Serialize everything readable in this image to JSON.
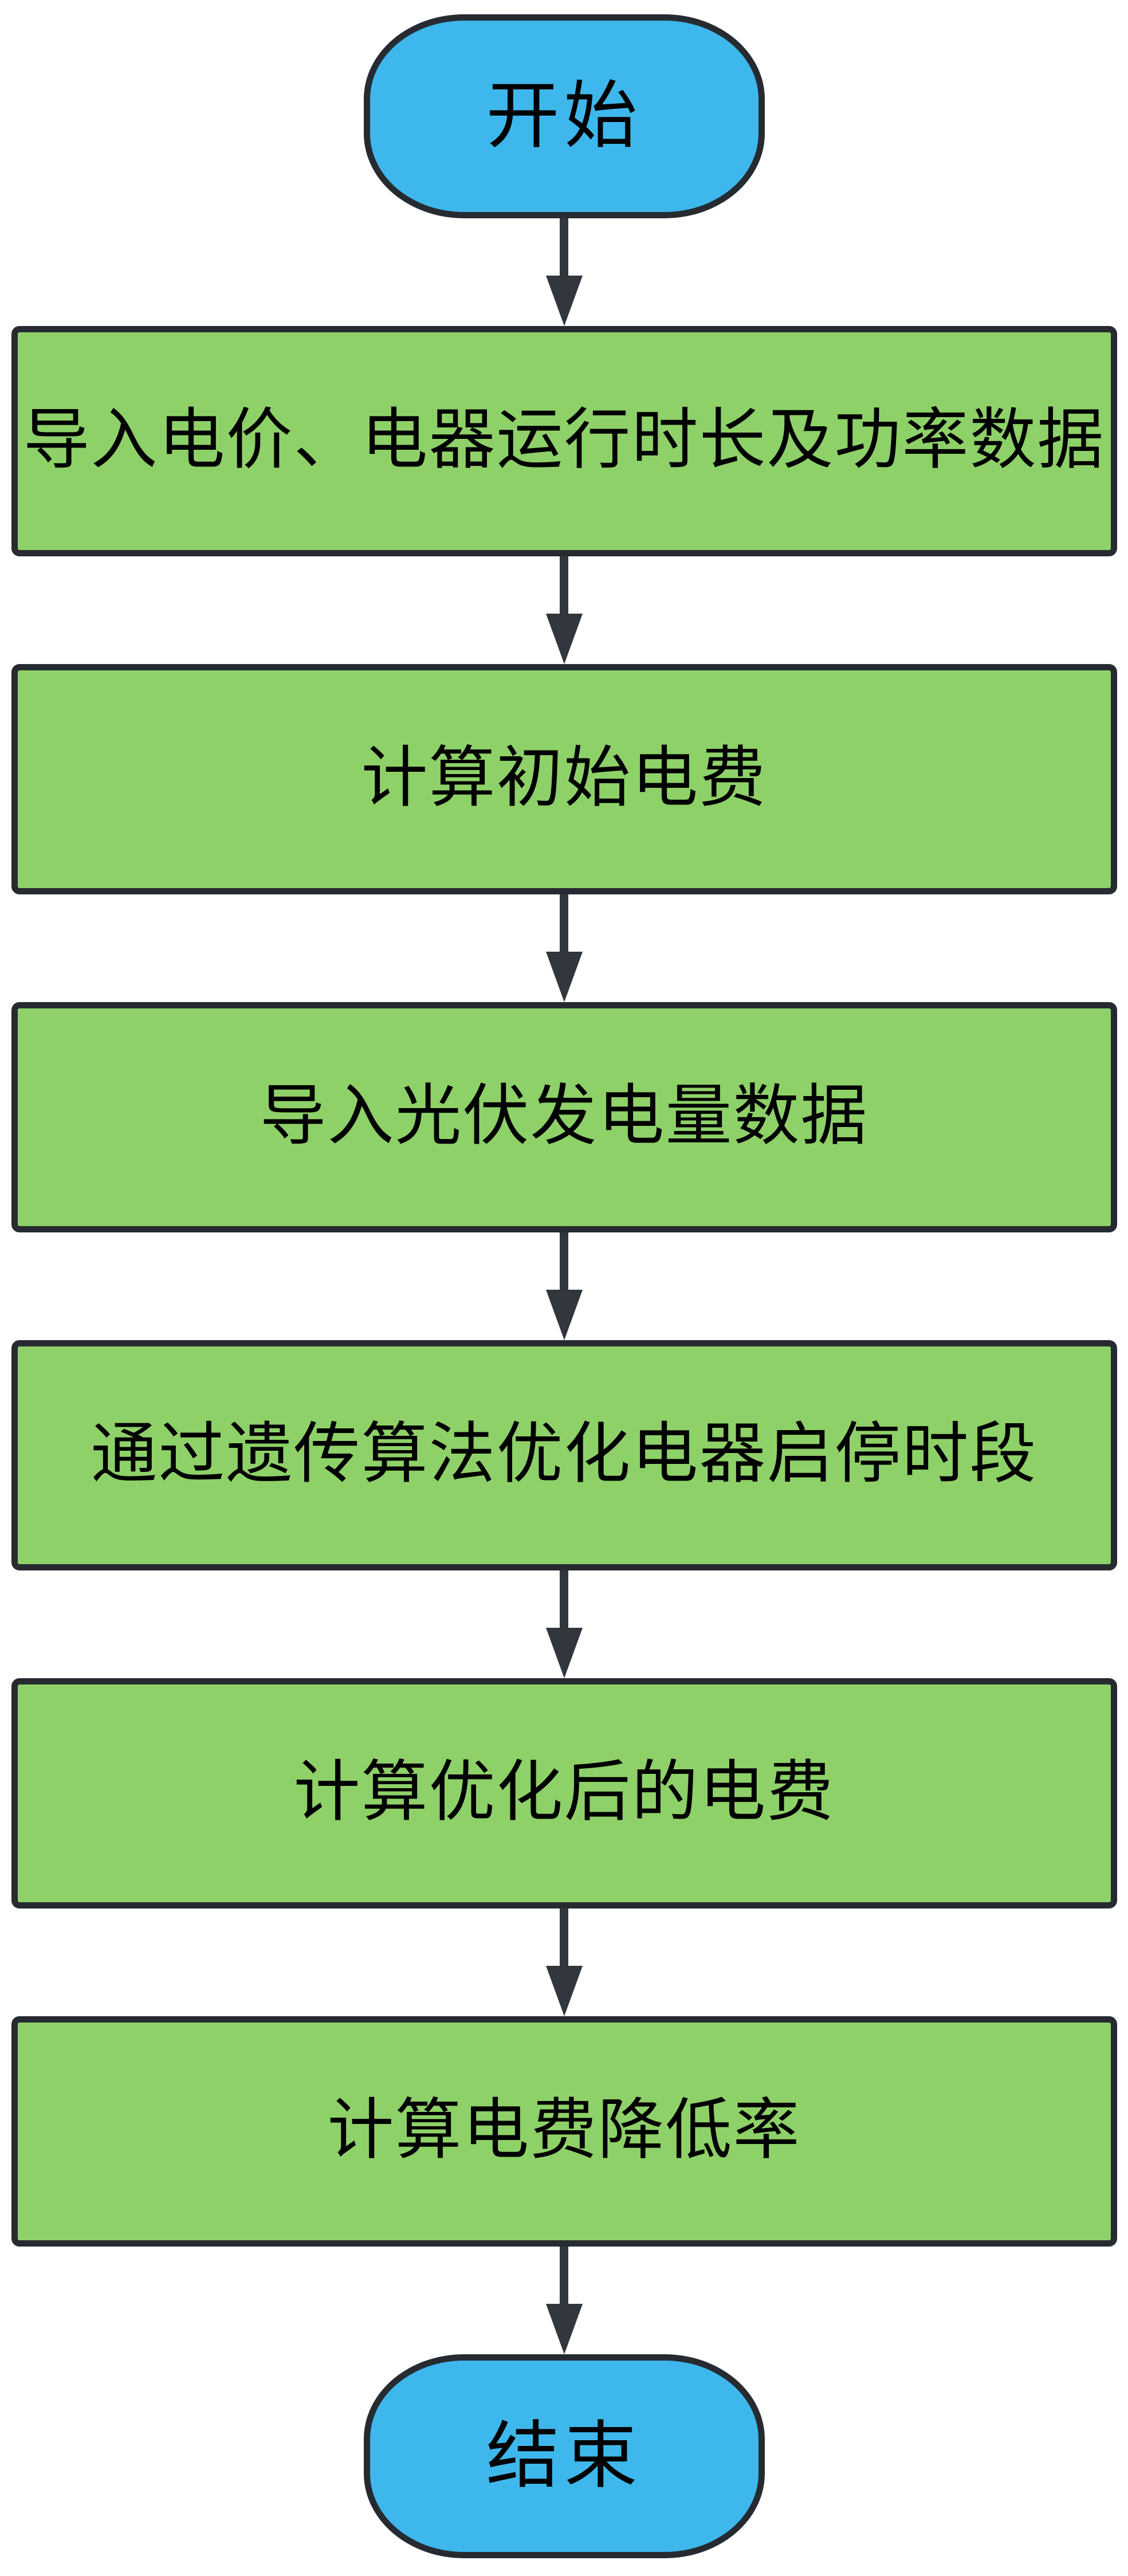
{
  "flowchart": {
    "nodes": [
      {
        "id": "start",
        "type": "terminator",
        "label": "开始"
      },
      {
        "id": "step-1",
        "type": "process",
        "label": "导入电价、电器运行时长及功率数据"
      },
      {
        "id": "step-2",
        "type": "process",
        "label": "计算初始电费"
      },
      {
        "id": "step-3",
        "type": "process",
        "label": "导入光伏发电量数据"
      },
      {
        "id": "step-4",
        "type": "process",
        "label": "通过遗传算法优化电器启停时段"
      },
      {
        "id": "step-5",
        "type": "process",
        "label": "计算优化后的电费"
      },
      {
        "id": "step-6",
        "type": "process",
        "label": "计算电费降低率"
      },
      {
        "id": "end",
        "type": "terminator",
        "label": "结束"
      }
    ],
    "colors": {
      "terminator_fill": "#3eb8ec",
      "process_fill": "#8ed168",
      "border": "#262b31",
      "arrow": "#31373c",
      "text": "#000000",
      "background": "#ffffff"
    }
  }
}
